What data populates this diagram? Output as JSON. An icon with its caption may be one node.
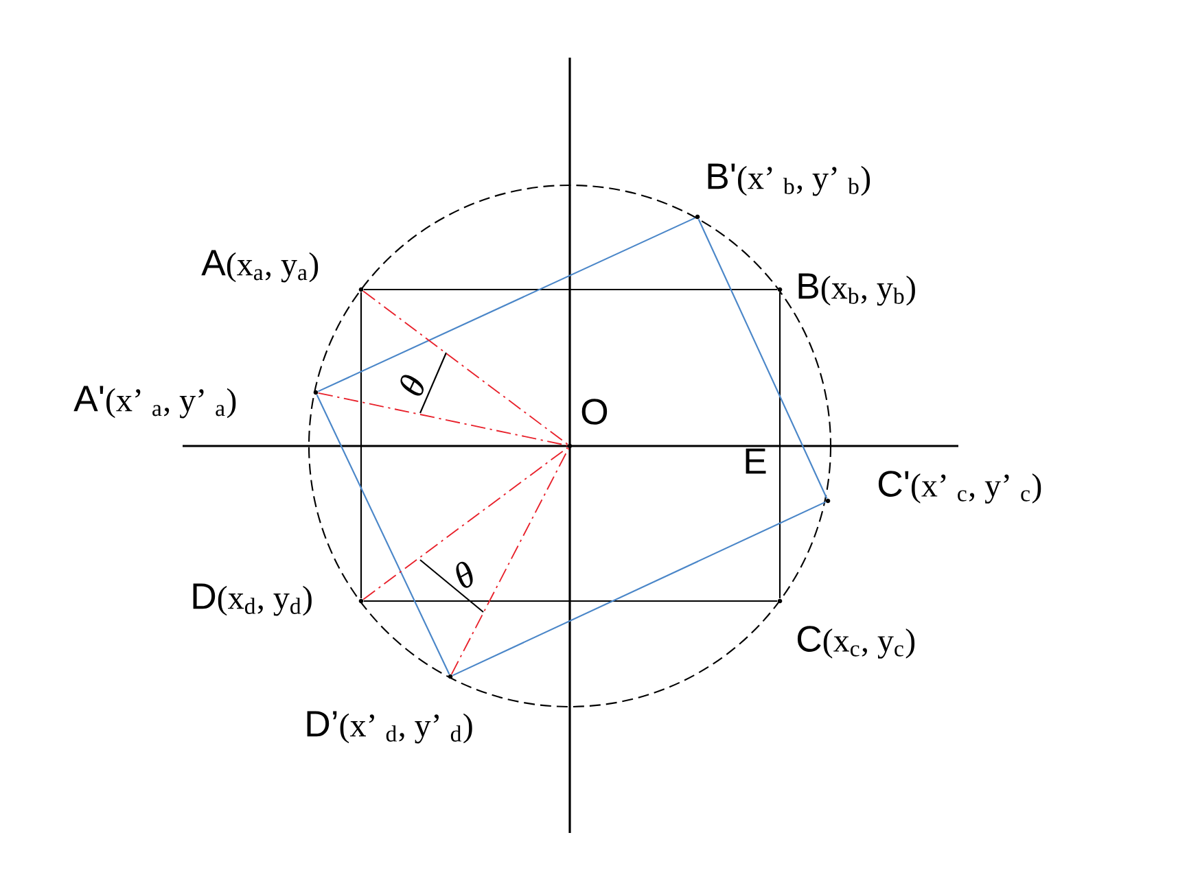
{
  "diagram": {
    "nodes": [
      {
        "text": [],
        "shape": "point",
        "beside": [
          "A",
          "(x$_{a}$, y$_{a}$)"
        ]
      },
      {
        "text": [],
        "shape": "point",
        "beside": [
          "B",
          "(x$_{b}$, y$_{b}$)"
        ]
      },
      {
        "text": [],
        "shape": "point",
        "beside": [
          "C",
          "(x$_{c}$, y$_{c}$)"
        ]
      },
      {
        "text": [],
        "shape": "point",
        "beside": [
          "D",
          "(x$_{d}$, y$_{d}$)"
        ]
      },
      {
        "text": [],
        "shape": "point",
        "beside": [
          "A'",
          "(x’ $_{a}$, y’ $_{a}$)"
        ]
      },
      {
        "text": [],
        "shape": "point",
        "beside": [
          "B'",
          "(x’ $_{b}$, y’ $_{b}$)"
        ]
      },
      {
        "text": [],
        "shape": "point",
        "beside": [
          "C'",
          "(x’ $_{c}$, y’ $_{c}$)"
        ]
      },
      {
        "text": [],
        "shape": "point",
        "beside": [
          "D’",
          "(x’ $_{d}$, y’ $_{d}$)"
        ]
      },
      {
        "text": [],
        "shape": "point",
        "beside": [
          "O"
        ]
      }
    ],
    "edges": [
      {
        "from": 0,
        "to": 1,
        "arrow": "none"
      },
      {
        "from": 1,
        "to": 2,
        "arrow": "none"
      },
      {
        "from": 2,
        "to": 3,
        "arrow": "none"
      },
      {
        "from": 3,
        "to": 0,
        "arrow": "none"
      },
      {
        "from": 4,
        "to": 5,
        "arrow": "none",
        "color": "#4a86c8"
      },
      {
        "from": 5,
        "to": 6,
        "arrow": "none",
        "color": "#4a86c8"
      },
      {
        "from": 6,
        "to": 7,
        "arrow": "none",
        "color": "#4a86c8"
      },
      {
        "from": 7,
        "to": 4,
        "arrow": "none",
        "color": "#4a86c8"
      },
      {
        "from": 0,
        "to": 8,
        "arrow": "none",
        "style": "dashed",
        "color": "#e8202a"
      },
      {
        "from": 4,
        "to": 8,
        "arrow": "none",
        "style": "dashed",
        "color": "#e8202a"
      },
      {
        "from": 3,
        "to": 8,
        "arrow": "none",
        "style": "dashed",
        "color": "#e8202a"
      },
      {
        "from": 7,
        "to": 8,
        "arrow": "none",
        "style": "dashed",
        "color": "#e8202a"
      }
    ],
    "labels": [
      "θ",
      "θ",
      "E"
    ]
  }
}
